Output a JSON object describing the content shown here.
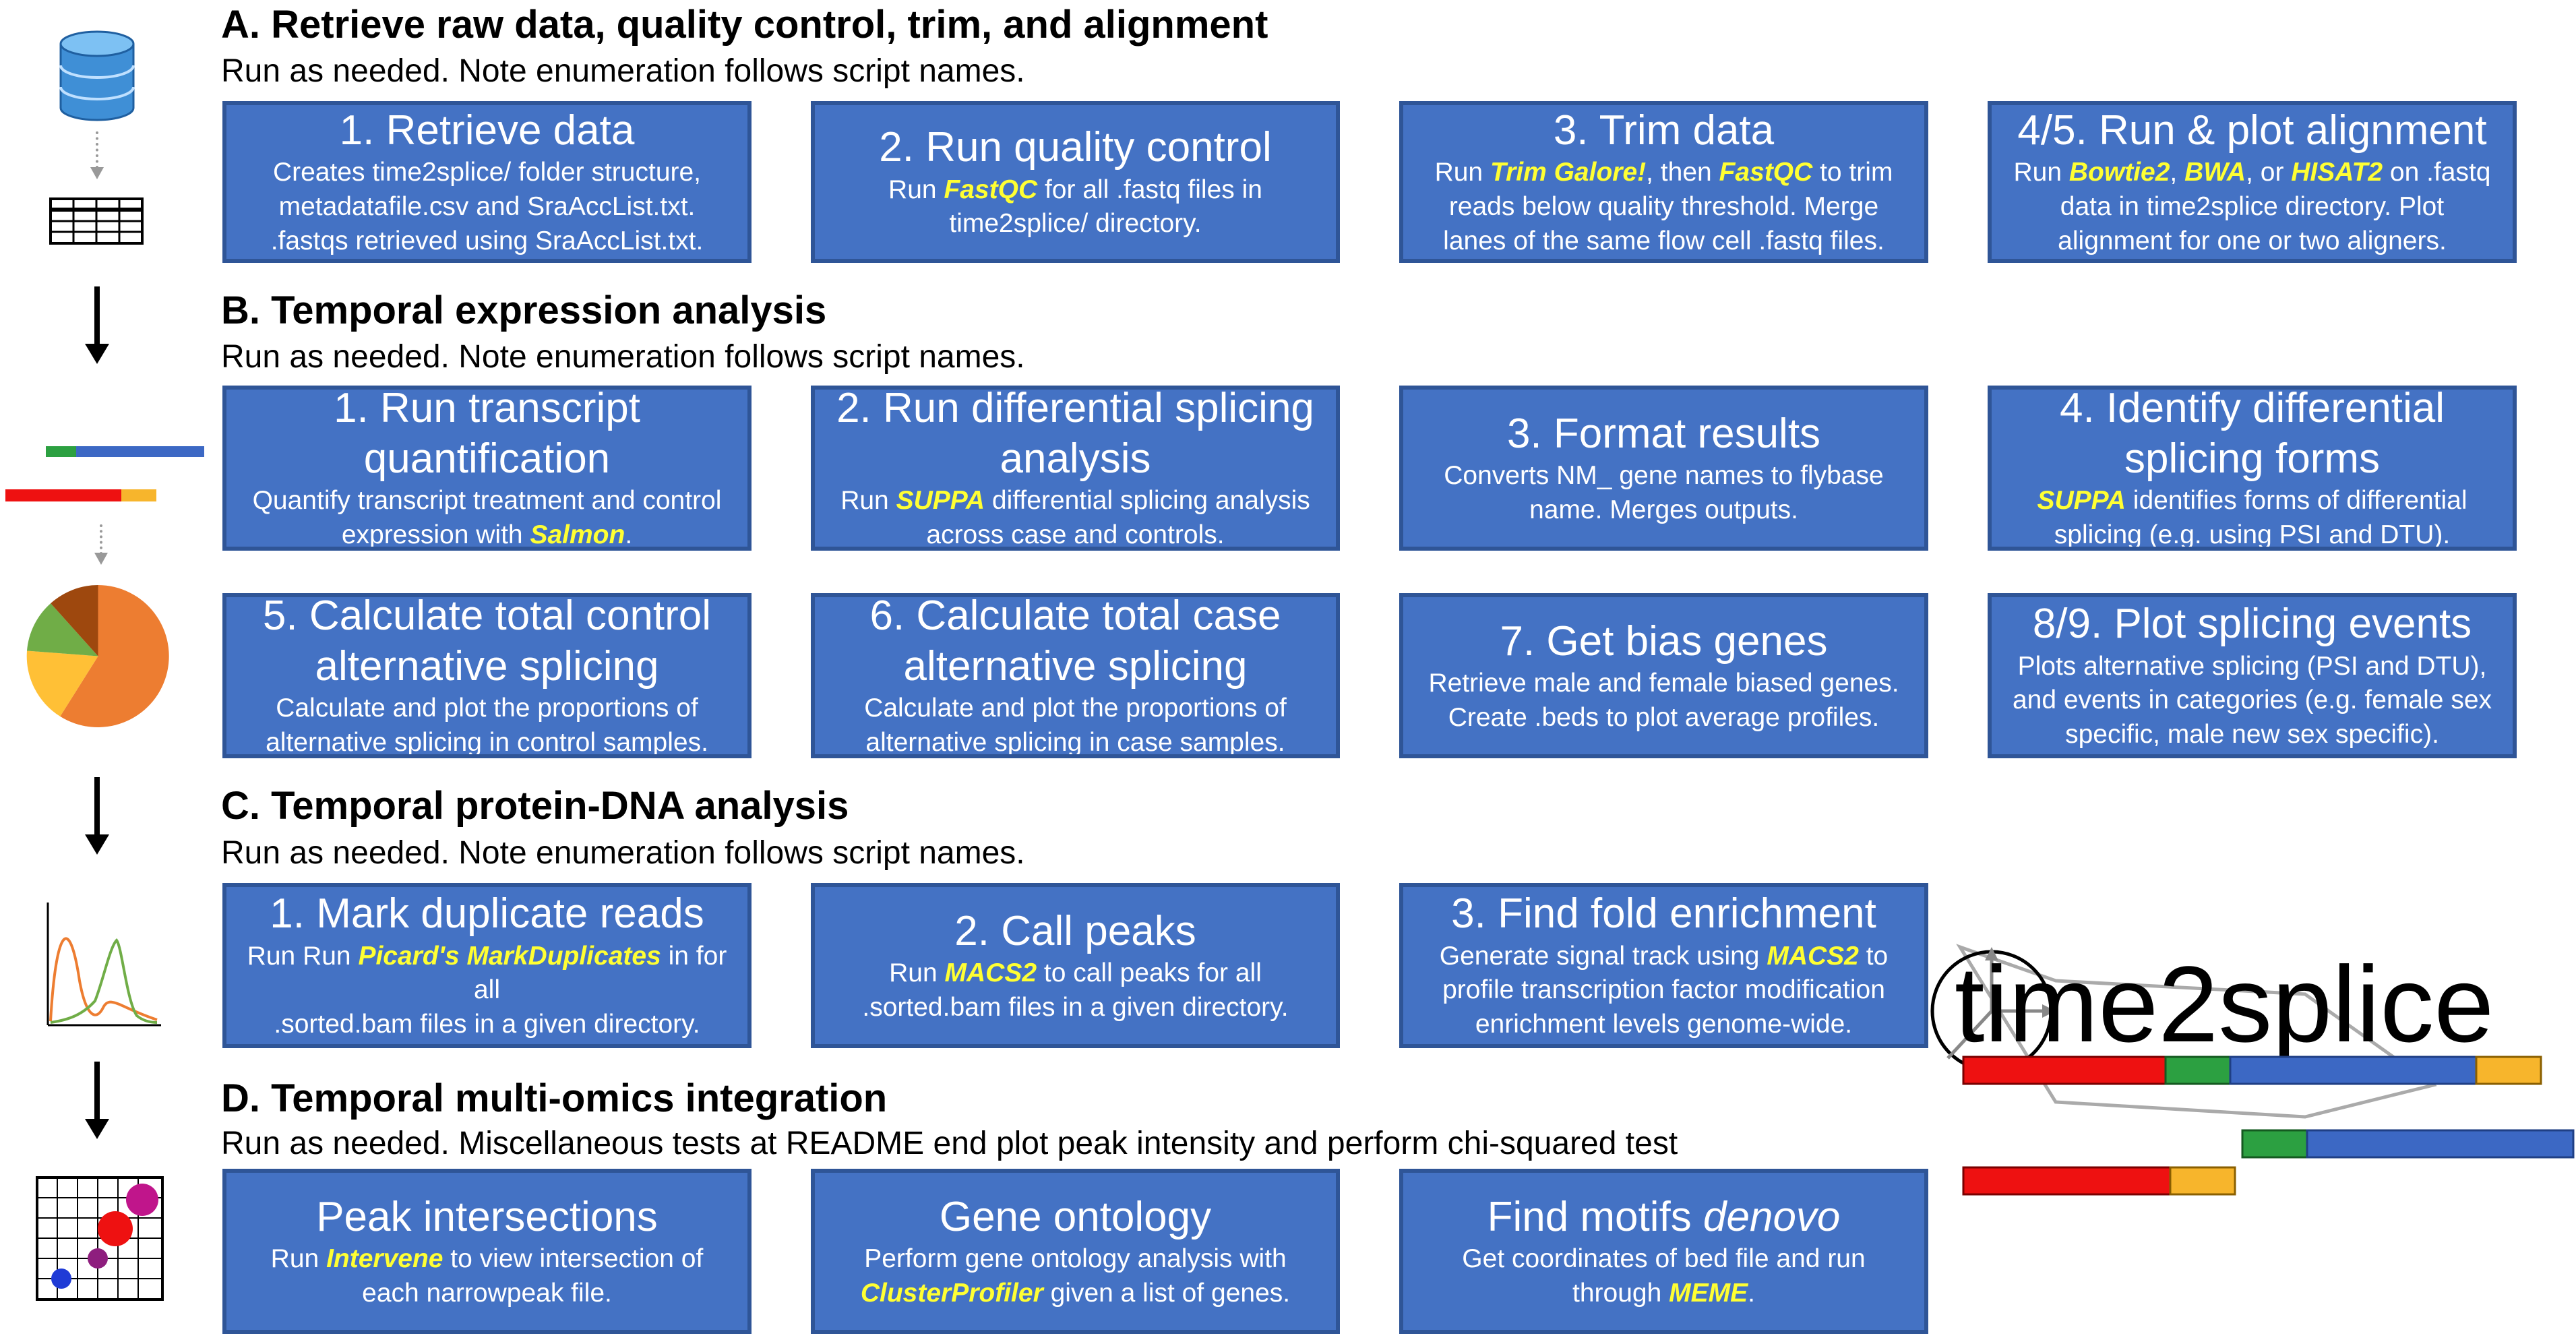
{
  "sections": [
    {
      "id": "A",
      "title": "A. Retrieve raw data, quality control, trim, and alignment",
      "subtitle": "Run as needed. Note enumeration follows script names.",
      "boxes": [
        {
          "title": "1. Retrieve data",
          "desc": [
            {
              "t": "Creates time2splice/ folder structure,\nmetadatafile.csv and SraAccList.txt.\n.fastqs retrieved using SraAccList.txt."
            }
          ]
        },
        {
          "title": "2. Run quality control",
          "desc": [
            {
              "t": "Run "
            },
            {
              "t": "FastQC",
              "h": true
            },
            {
              "t": " for all .fastq files in\ntime2splice/ directory."
            }
          ]
        },
        {
          "title": "3. Trim data",
          "desc": [
            {
              "t": "Run "
            },
            {
              "t": "Trim Galore!",
              "h": true
            },
            {
              "t": ", then "
            },
            {
              "t": "FastQC",
              "h": true
            },
            {
              "t": " to trim\nreads below quality threshold. Merge\nlanes of the same flow cell .fastq files."
            }
          ]
        },
        {
          "title": "4/5. Run & plot alignment",
          "desc": [
            {
              "t": "Run "
            },
            {
              "t": "Bowtie2",
              "h": true
            },
            {
              "t": ", "
            },
            {
              "t": "BWA",
              "h": true
            },
            {
              "t": ", or "
            },
            {
              "t": "HISAT2",
              "h": true
            },
            {
              "t": " on .fastq\ndata in time2splice directory. Plot\nalignment for one or two aligners."
            }
          ]
        }
      ]
    },
    {
      "id": "B",
      "title": "B. Temporal expression analysis",
      "subtitle": "Run as needed. Note enumeration follows script names.",
      "boxes": [
        {
          "title": "1. Run transcript\nquantification",
          "desc": [
            {
              "t": "Quantify transcript treatment and control\nexpression with "
            },
            {
              "t": "Salmon",
              "h": true
            },
            {
              "t": "."
            }
          ]
        },
        {
          "title": "2. Run differential splicing\nanalysis",
          "desc": [
            {
              "t": "Run "
            },
            {
              "t": "SUPPA",
              "h": true
            },
            {
              "t": " differential splicing analysis\nacross case and controls."
            }
          ]
        },
        {
          "title": "3. Format results",
          "desc": [
            {
              "t": "Converts NM_ gene names to flybase\nname. Merges outputs."
            }
          ]
        },
        {
          "title": "4. Identify differential\nsplicing forms",
          "desc": [
            {
              "t": "SUPPA",
              "h": true
            },
            {
              "t": " identifies forms of differential\nsplicing (e.g. using PSI and DTU)."
            }
          ]
        },
        {
          "title": "5. Calculate total control\nalternative splicing",
          "desc": [
            {
              "t": "Calculate and plot the proportions of\nalternative splicing in control samples."
            }
          ]
        },
        {
          "title": "6. Calculate total case\nalternative splicing",
          "desc": [
            {
              "t": "Calculate and plot the proportions of\nalternative splicing in case samples."
            }
          ]
        },
        {
          "title": "7. Get bias genes",
          "desc": [
            {
              "t": "Retrieve male and female biased genes.\nCreate .beds to plot average profiles."
            }
          ]
        },
        {
          "title": "8/9. Plot splicing events",
          "desc": [
            {
              "t": "Plots alternative splicing (PSI and DTU),\nand events in categories (e.g. female sex\nspecific, male new sex specific)."
            }
          ]
        }
      ]
    },
    {
      "id": "C",
      "title": "C. Temporal protein-DNA analysis",
      "subtitle": "Run as needed. Note enumeration follows script names.",
      "boxes": [
        {
          "title": "1. Mark duplicate reads",
          "desc": [
            {
              "t": "Run Run "
            },
            {
              "t": "Picard's MarkDuplicates",
              "h": true
            },
            {
              "t": " in for all\n.sorted.bam files in a given directory."
            }
          ]
        },
        {
          "title": "2. Call peaks",
          "desc": [
            {
              "t": "Run "
            },
            {
              "t": "MACS2",
              "h": true
            },
            {
              "t": " to call peaks for all\n.sorted.bam files in a given directory."
            }
          ]
        },
        {
          "title": "3. Find fold enrichment",
          "desc": [
            {
              "t": "Generate signal track using "
            },
            {
              "t": "MACS2",
              "h": true
            },
            {
              "t": " to\nprofile transcription factor modification\nenrichment levels genome-wide."
            }
          ]
        }
      ]
    },
    {
      "id": "D",
      "title": "D. Temporal multi-omics integration",
      "subtitle": "Run as needed. Miscellaneous tests at README end plot peak intensity and perform chi-squared test",
      "boxes": [
        {
          "title": "Peak intersections",
          "desc": [
            {
              "t": "Run "
            },
            {
              "t": "Intervene",
              "h": true
            },
            {
              "t": " to view intersection of\neach narrowpeak file."
            }
          ]
        },
        {
          "title": "Gene ontology",
          "desc": [
            {
              "t": "Perform gene ontology analysis with\n"
            },
            {
              "t": "ClusterProfiler",
              "h": true
            },
            {
              "t": " given a list of genes."
            }
          ]
        },
        {
          "title_parts": [
            {
              "t": "Find motifs "
            },
            {
              "t": "denovo",
              "i": true
            }
          ],
          "desc": [
            {
              "t": "Get coordinates of bed file and run\nthrough "
            },
            {
              "t": "MEME",
              "h": true
            },
            {
              "t": "."
            }
          ]
        }
      ]
    }
  ],
  "logo": {
    "text": "time2splice"
  },
  "colors": {
    "box_fill": "#4472c4",
    "box_border": "#2f5597",
    "highlight": "#ffff33",
    "exon_red": "#ee1111",
    "exon_green": "#2ca041",
    "exon_blue": "#3c68c4",
    "exon_orange": "#f7b52c"
  },
  "icons": [
    "database-icon",
    "table-icon",
    "exon-bars-icon",
    "pie-chart-icon",
    "peak-plot-icon",
    "bubble-grid-icon",
    "time2splice-logo"
  ]
}
